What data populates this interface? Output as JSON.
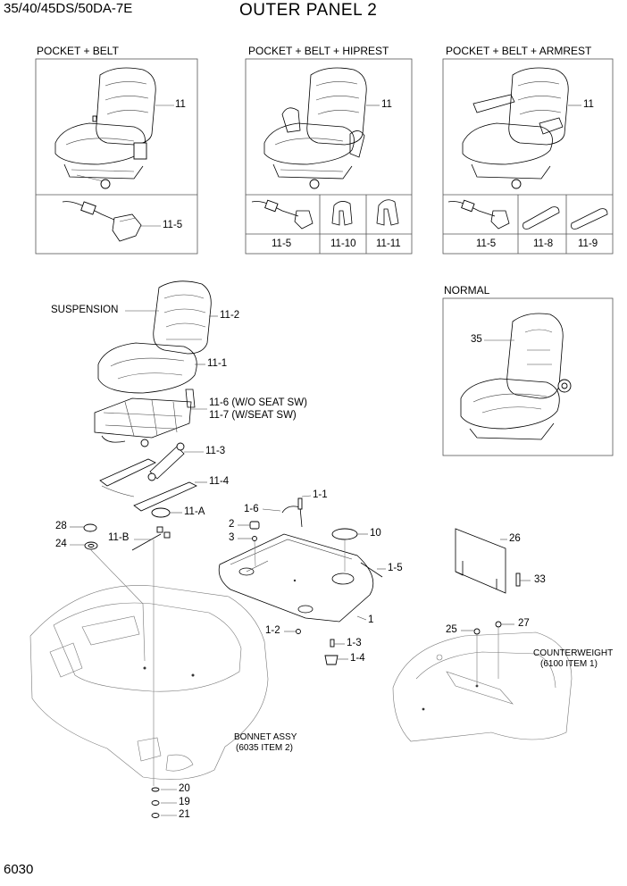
{
  "header": {
    "model": "35/40/45DS/50DA-7E",
    "title": "OUTER PANEL 2"
  },
  "footer": {
    "page_number": "6030"
  },
  "variants": {
    "pocket_belt": {
      "label": "POCKET + BELT",
      "seat_callout": "11",
      "belt_callout": "11-5"
    },
    "pocket_belt_hiprest": {
      "label": "POCKET + BELT + HIPREST",
      "seat_callout": "11",
      "parts": [
        "11-5",
        "11-10",
        "11-11"
      ]
    },
    "pocket_belt_armrest": {
      "label": "POCKET + BELT + ARMREST",
      "seat_callout": "11",
      "parts": [
        "11-5",
        "11-8",
        "11-9"
      ]
    },
    "normal": {
      "label": "NORMAL",
      "seat_callout": "35"
    }
  },
  "suspension": {
    "label": "SUSPENSION",
    "c_11_2": "11-2",
    "c_11_1": "11-1",
    "c_11_6": "11-6 (W/O SEAT SW)",
    "c_11_7": "11-7 (W/SEAT SW)",
    "c_11_3": "11-3",
    "c_11_4": "11-4",
    "c_11_a": "11-A",
    "c_11_b": "11-B"
  },
  "callouts": {
    "c28": "28",
    "c24": "24",
    "c2": "2",
    "c3": "3",
    "c1_6": "1-6",
    "c1_1": "1-1",
    "c10": "10",
    "c1_5": "1-5",
    "c1": "1",
    "c1_2": "1-2",
    "c1_3": "1-3",
    "c1_4": "1-4",
    "c26": "26",
    "c33": "33",
    "c27": "27",
    "c25": "25",
    "c20": "20",
    "c19": "19",
    "c21": "21"
  },
  "notes": {
    "bonnet_line1": "BONNET ASSY",
    "bonnet_line2": "(6035 ITEM 2)",
    "counterweight_line1": "COUNTERWEIGHT",
    "counterweight_line2": "(6100 ITEM 1)"
  }
}
